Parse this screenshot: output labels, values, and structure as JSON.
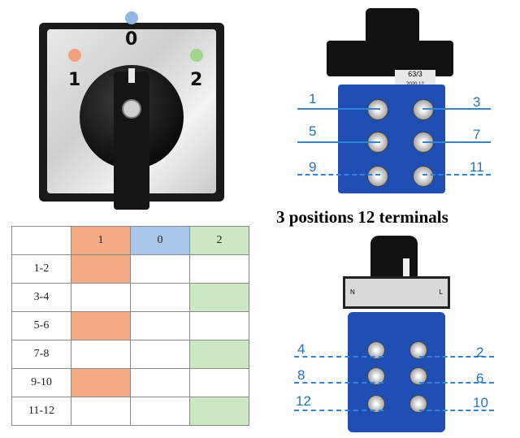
{
  "front_panel": {
    "label_zero": "0",
    "label_one": "1",
    "label_two": "2",
    "colors": {
      "zero": "#8fb6e6",
      "one": "#f1a27e",
      "two": "#9fd68c"
    }
  },
  "top_switch": {
    "plate_text": "63/3",
    "plate_sub": "2020.12",
    "terminals_left": [
      "1",
      "5",
      "9"
    ],
    "terminals_right": [
      "3",
      "7",
      "11"
    ]
  },
  "caption": "3 positions 12 terminals",
  "bottom_switch": {
    "face_left": "N",
    "face_right": "L",
    "terminals_left": [
      "4",
      "8",
      "12"
    ],
    "terminals_right": [
      "2",
      "6",
      "10"
    ]
  },
  "table": {
    "headers": [
      "",
      "1",
      "0",
      "2"
    ],
    "rows": [
      {
        "label": "1-2",
        "cells": [
          "orange",
          "",
          ""
        ]
      },
      {
        "label": "3-4",
        "cells": [
          "",
          "",
          "green"
        ]
      },
      {
        "label": "5-6",
        "cells": [
          "orange",
          "",
          ""
        ]
      },
      {
        "label": "7-8",
        "cells": [
          "",
          "",
          "green"
        ]
      },
      {
        "label": "9-10",
        "cells": [
          "orange",
          "",
          ""
        ]
      },
      {
        "label": "11-12",
        "cells": [
          "",
          "",
          "green"
        ]
      }
    ],
    "colors": {
      "orange": "#f4aa83",
      "blue": "#a8c6e8",
      "green": "#cde7c2"
    }
  }
}
